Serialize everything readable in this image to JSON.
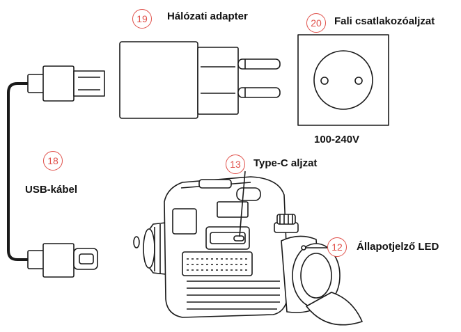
{
  "callouts": {
    "adapter": {
      "number": "19",
      "label": "Hálózati adapter"
    },
    "socket": {
      "number": "20",
      "label": "Fali csatlakozóaljzat"
    },
    "cable": {
      "number": "18",
      "label": "USB-kábel"
    },
    "port": {
      "number": "13",
      "label": "Type-C aljzat"
    },
    "led": {
      "number": "12",
      "label": "Állapotjelző LED"
    }
  },
  "voltage": "100-240V",
  "colors": {
    "callout": "#e0504a",
    "line": "#1a1a1a"
  }
}
